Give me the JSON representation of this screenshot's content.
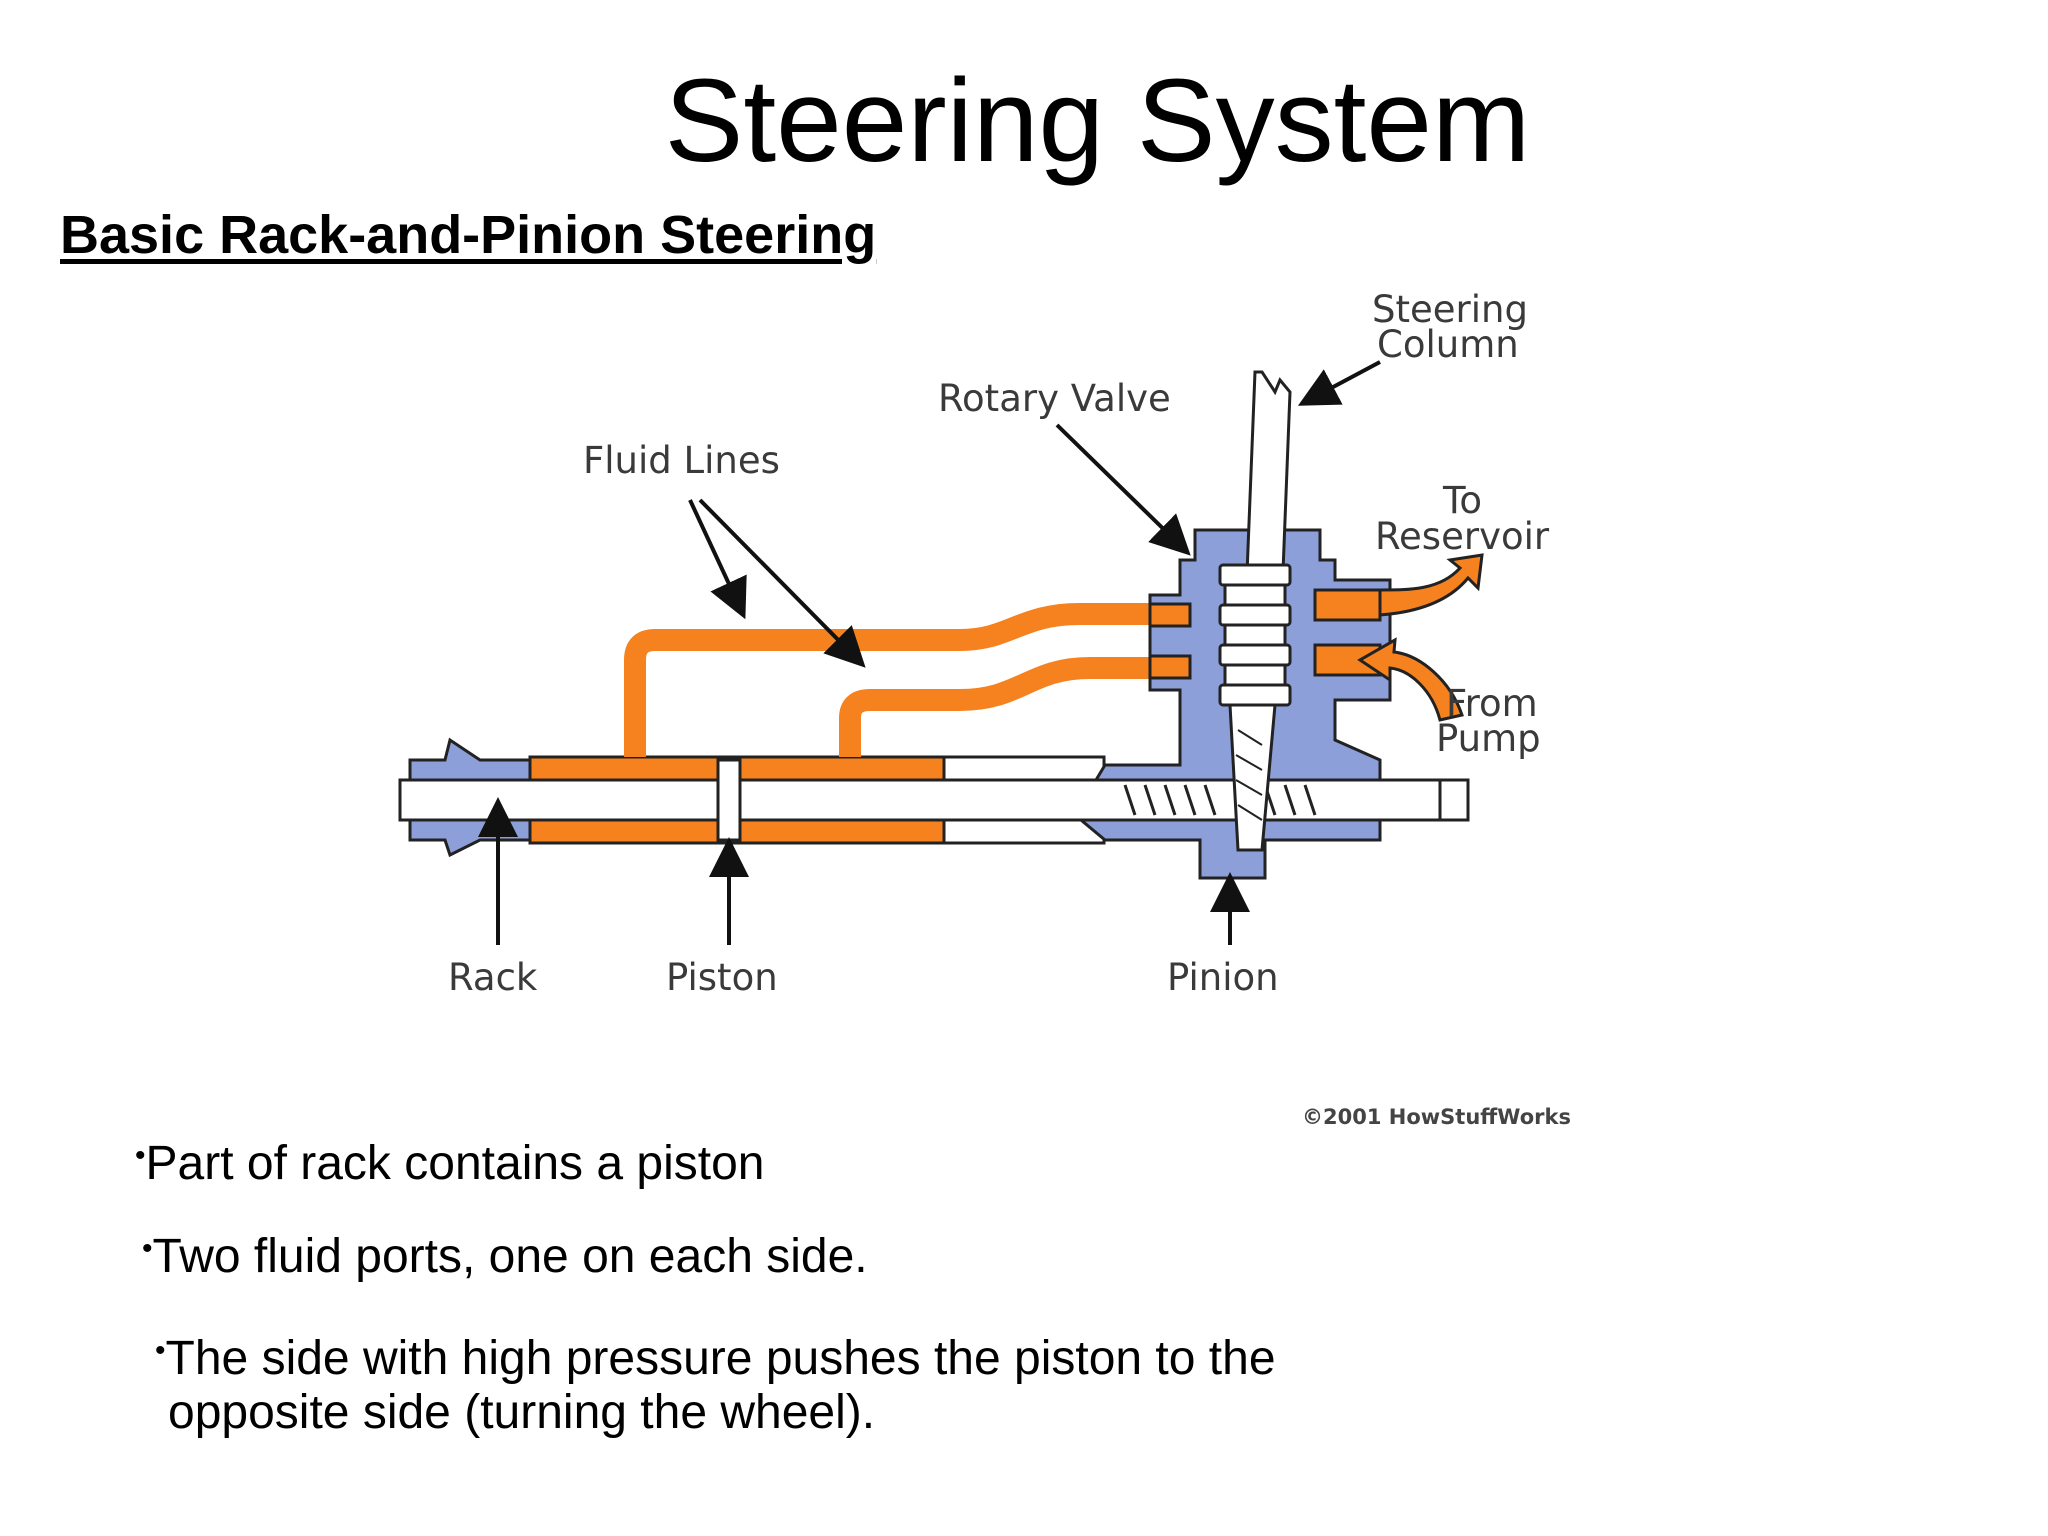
{
  "slide": {
    "title": "Steering System",
    "subtitle": "Basic Rack-and-Pinion Steering"
  },
  "diagram": {
    "labels": {
      "steering_column_1": "Steering",
      "steering_column_2": "Column",
      "rotary_valve": "Rotary Valve",
      "fluid_lines": "Fluid Lines",
      "to_reservoir_1": "To",
      "to_reservoir_2": "Reservoir",
      "from_pump_1": "From",
      "from_pump_2": "Pump",
      "rack": "Rack",
      "piston": "Piston",
      "pinion": "Pinion"
    },
    "copyright": "©2001 HowStuffWorks",
    "colors": {
      "fluid": "#f5821f",
      "housing": "#8c9fd9",
      "outline": "#222222",
      "label": "#3a3a3a"
    }
  },
  "bullets": [
    "Part of rack contains a piston",
    "Two fluid ports, one on each side.",
    "The side with high pressure pushes the piston to the",
    "opposite side (turning the wheel)."
  ],
  "bullet_glyph": "•"
}
